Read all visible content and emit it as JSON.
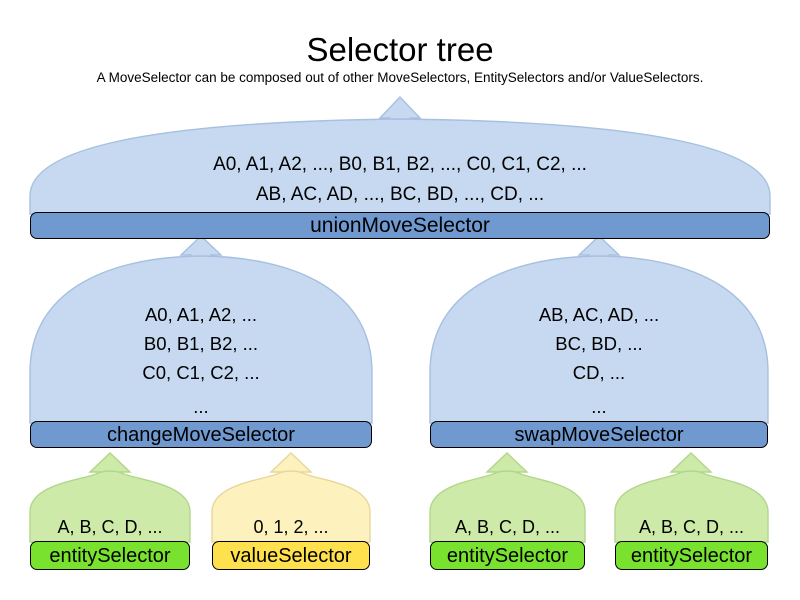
{
  "header": {
    "title": "Selector tree",
    "subtitle": "A MoveSelector can be composed out of other MoveSelectors, EntitySelectors and/or ValueSelectors."
  },
  "colors": {
    "dome_blue": "#c6d9f0",
    "bar_blue": "#7099d0",
    "dome_green": "#cdeaa8",
    "bar_green": "#79e22e",
    "dome_yellow": "#fdf2bd",
    "bar_yellow": "#ffe14d",
    "outline": "#000000",
    "dome_outline": "#a7c0e0"
  },
  "nodes": {
    "union": {
      "label": "unionMoveSelector",
      "moves_line1": "A0, A1, A2, ..., B0, B1, B2, ..., C0, C1, C2, ...",
      "moves_line2": "AB, AC, AD, ..., BC, BD, ..., CD, ..."
    },
    "change": {
      "label": "changeMoveSelector",
      "moves_line1": "A0, A1, A2, ...",
      "moves_line2": "B0, B1, B2, ...",
      "moves_line3": "C0, C1, C2, ...",
      "moves_line4": "..."
    },
    "swap": {
      "label": "swapMoveSelector",
      "moves_line1": "AB, AC, AD, ...",
      "moves_line2": "BC, BD, ...",
      "moves_line3": "CD, ...",
      "moves_line4": "..."
    },
    "change_entity": {
      "label": "entitySelector",
      "values": "A, B, C, D, ..."
    },
    "change_value": {
      "label": "valueSelector",
      "values": "0, 1, 2, ..."
    },
    "swap_entity_left": {
      "label": "entitySelector",
      "values": "A, B, C, D, ..."
    },
    "swap_entity_right": {
      "label": "entitySelector",
      "values": "A, B, C, D, ..."
    }
  }
}
